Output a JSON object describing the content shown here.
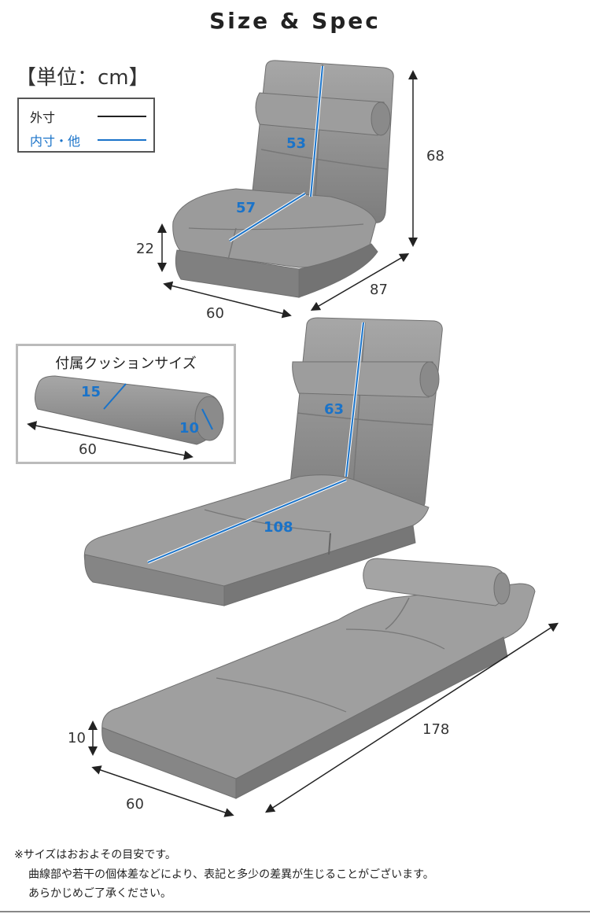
{
  "title": "Size & Spec",
  "unit_label": "【単位：cm】",
  "legend": {
    "outer_label": "外寸",
    "inner_label": "内寸・他"
  },
  "chair_upright": {
    "backrest_inner": "53",
    "seat_inner": "57",
    "height": "68",
    "seat_height": "22",
    "width": "60",
    "depth": "87"
  },
  "cushion": {
    "title": "付属クッションサイズ",
    "diameter_outer": "15",
    "diameter_inner": "10",
    "length": "60"
  },
  "chair_reclined": {
    "backrest_inner": "63",
    "length_inner": "108"
  },
  "chair_flat": {
    "thickness": "10",
    "width": "60",
    "length": "178"
  },
  "notes": [
    "※サイズはおおよその目安です。",
    "曲線部や若干の個体差などにより、表記と多少の差異が生じることがございます。",
    "あらかじめご了承ください。"
  ],
  "colors": {
    "outer_dim": "#222222",
    "inner_dim": "#1a73c9",
    "fabric": "#8e8e8e"
  }
}
